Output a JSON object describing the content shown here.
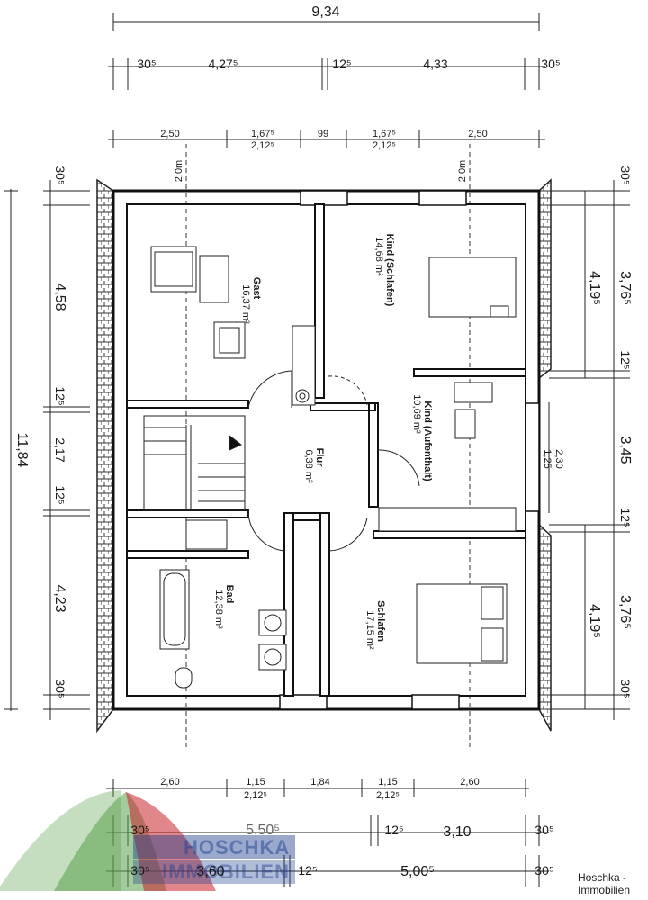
{
  "top_dims": {
    "overall": "9,34",
    "row2": [
      "30⁵",
      "4,27⁵",
      "12⁵",
      "4,33",
      "30⁵"
    ],
    "row3": [
      "2,50",
      "1,67⁵",
      "2,12⁵",
      "99",
      "1,67⁵",
      "2,12⁵",
      "2,50"
    ],
    "axis_marks": [
      "2,0m",
      "2,0m"
    ]
  },
  "left_dims": {
    "overall": "11,84",
    "segments": [
      "30⁵",
      "4,58",
      "12⁵",
      "2,17",
      "12⁵",
      "4,23",
      "30⁵"
    ]
  },
  "right_dims": {
    "outer": [
      "30⁵",
      "3,76⁵",
      "12⁵",
      "3,45",
      "12⁵",
      "3,76⁵",
      "30⁵"
    ],
    "inner": [
      "4,19⁵",
      "4,19⁵"
    ],
    "window": [
      "2,30",
      "1,25"
    ]
  },
  "bottom_dims": {
    "row1": [
      "2,60",
      "1,15",
      "2,12⁵",
      "1,84",
      "1,15",
      "2,12⁵",
      "2,60"
    ],
    "row2": [
      "30⁵",
      "5,50⁵",
      "12⁵",
      "3,10",
      "30⁵"
    ],
    "row3": [
      "30⁵",
      "3,60",
      "12⁵",
      "5,00⁵",
      "30⁵"
    ]
  },
  "rooms": [
    {
      "name": "Gast",
      "area": "16,37 m²"
    },
    {
      "name": "Kind (Schlafen)",
      "area": "14,68 m²"
    },
    {
      "name": "Kind (Aufenthalt)",
      "area": "10,69 m²"
    },
    {
      "name": "Flur",
      "area": "6,38 m²"
    },
    {
      "name": "Bad",
      "area": "12,38 m²"
    },
    {
      "name": "Schlafen",
      "area": "17,15 m²"
    }
  ],
  "logo": {
    "line1": "HOSCHKA",
    "line2": "IMMOBILIEN",
    "colors": {
      "green": "#5aa04a",
      "red": "#c8232c",
      "blue": "#1f3f8f"
    }
  },
  "credit": {
    "line1": "Hoschka -",
    "line2": "Immobilien"
  }
}
